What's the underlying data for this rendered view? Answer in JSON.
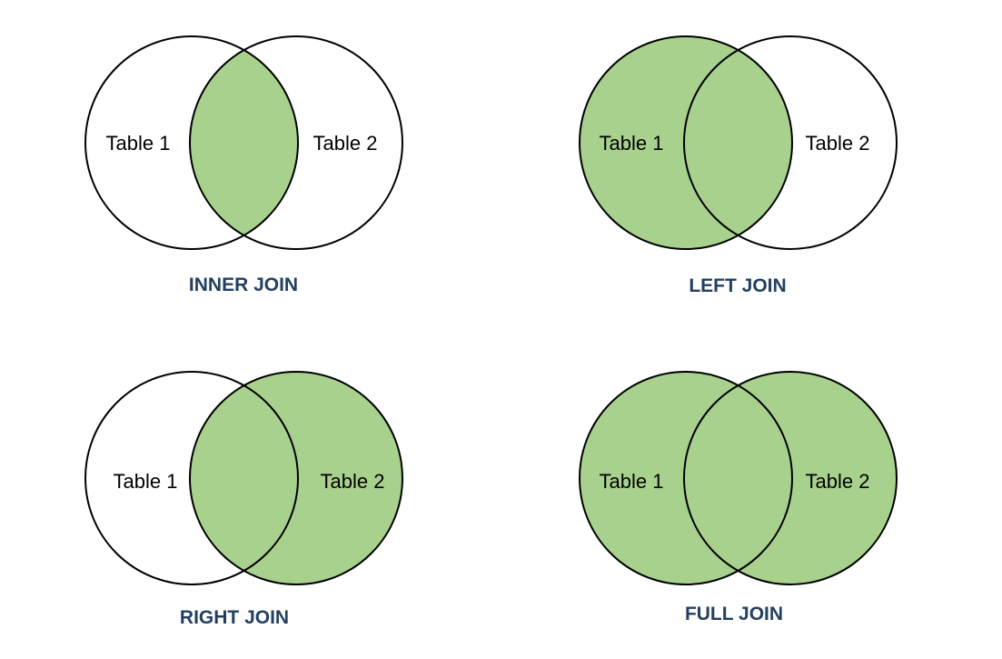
{
  "colors": {
    "fill": "#a9d18e",
    "stroke": "#000000",
    "background": "#ffffff",
    "title": "#243f60"
  },
  "panels": [
    {
      "key": "inner",
      "title": "INNER JOIN",
      "left_label": "Table 1",
      "right_label": "Table 2",
      "shaded": [
        "intersection"
      ]
    },
    {
      "key": "left",
      "title": "LEFT JOIN",
      "left_label": "Table 1",
      "right_label": "Table 2",
      "shaded": [
        "left",
        "intersection"
      ]
    },
    {
      "key": "right",
      "title": "RIGHT JOIN",
      "left_label": "Table 1",
      "right_label": "Table 2",
      "shaded": [
        "right",
        "intersection"
      ]
    },
    {
      "key": "full",
      "title": "FULL JOIN",
      "left_label": "Table 1",
      "right_label": "Table 2",
      "shaded": [
        "left",
        "intersection",
        "right"
      ]
    }
  ]
}
